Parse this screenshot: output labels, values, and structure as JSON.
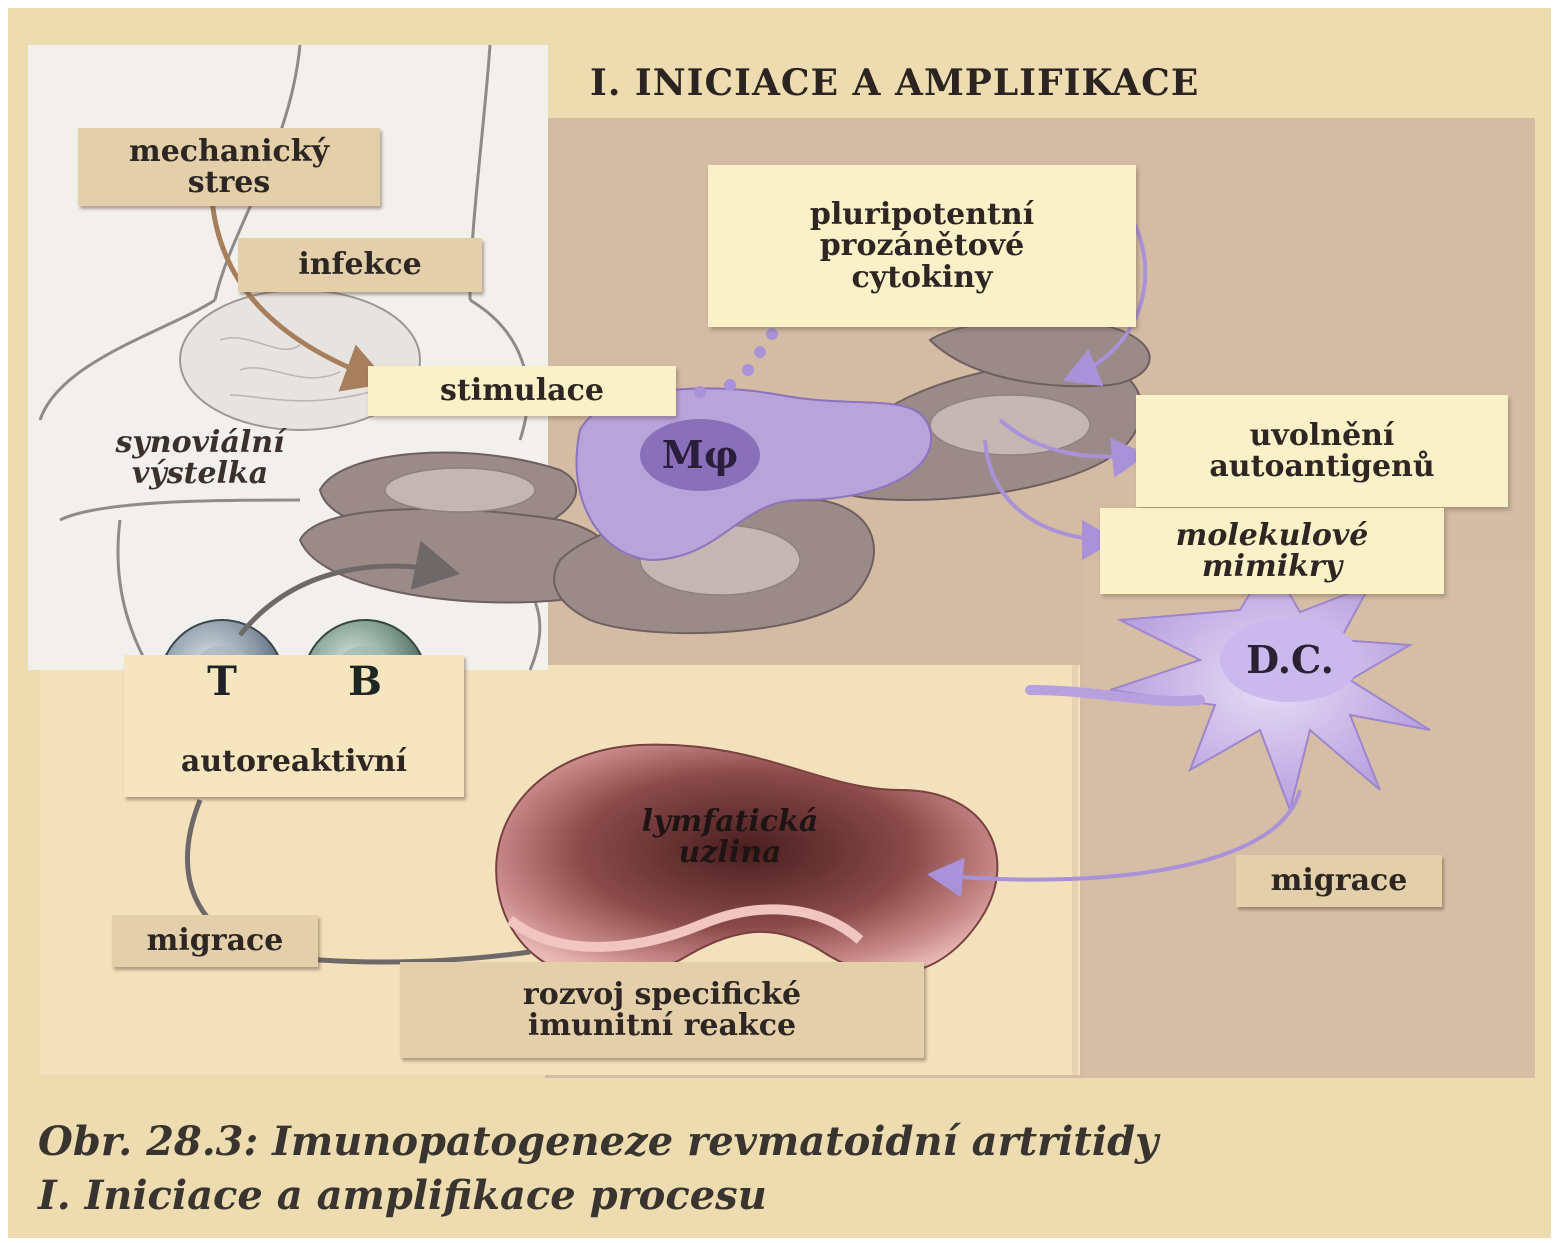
{
  "title": "I.   INICIACE  A   AMPLIFIKACE",
  "labels": {
    "mechanicky_stres": "mechanický\nstres",
    "infekce": "infekce",
    "stimulace": "stimulace",
    "synovialni_vystelka": "synoviální\nvýstelka",
    "cytokiny": "pluripotentní\nprozánětové\ncytokiny",
    "macrophage": "Mφ",
    "uvolneni": "uvolnění\nautoantigenů",
    "mimikry": "molekulové\nmimikry",
    "dendritic": "D.C.",
    "t_cell": "T",
    "b_cell": "B",
    "autoreaktivni": "autoreaktivní",
    "lymfaticka": "lymfatická\nuzlina",
    "migrace_right": "migrace",
    "migrace_left": "migrace",
    "rozvoj": "rozvoj  specifické\nimunitní  reakce"
  },
  "caption": {
    "line1": "Obr. 28.3: Imunopatogeneze revmatoidní artritidy",
    "line2": "I. Iniciace a amplifikace procesu"
  }
}
